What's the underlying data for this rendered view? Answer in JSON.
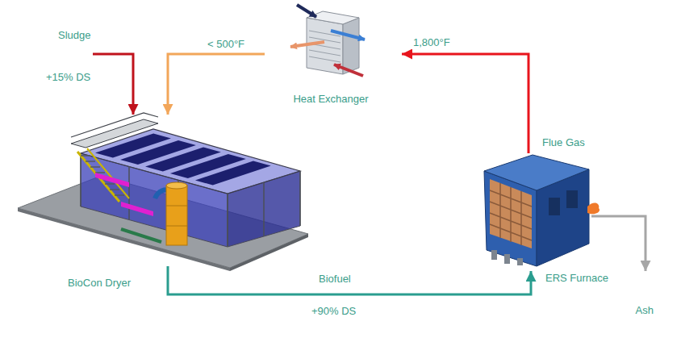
{
  "diagram": {
    "nodes": [
      {
        "text": [
          "Sludge"
        ]
      },
      {
        "text": [
          "Heat Exchanger"
        ]
      },
      {
        "text": [
          "BioCon Dryer"
        ]
      },
      {
        "text": [
          "ERS Furnace"
        ]
      },
      {
        "text": [
          "Ash"
        ]
      }
    ],
    "edges": [
      {
        "from": 0,
        "to": 2,
        "arrow": "to",
        "label": "+15% DS"
      },
      {
        "from": 1,
        "to": 2,
        "arrow": "to",
        "label": "< 500°F"
      },
      {
        "from": 3,
        "to": 1,
        "arrow": "to",
        "label": "1,800°F"
      },
      {
        "from": 2,
        "to": 3,
        "arrow": "to",
        "label": "Biofuel"
      },
      {
        "from": 3,
        "to": 4,
        "arrow": "to"
      }
    ],
    "labels": [
      "+90% DS",
      "Flue Gas"
    ]
  }
}
